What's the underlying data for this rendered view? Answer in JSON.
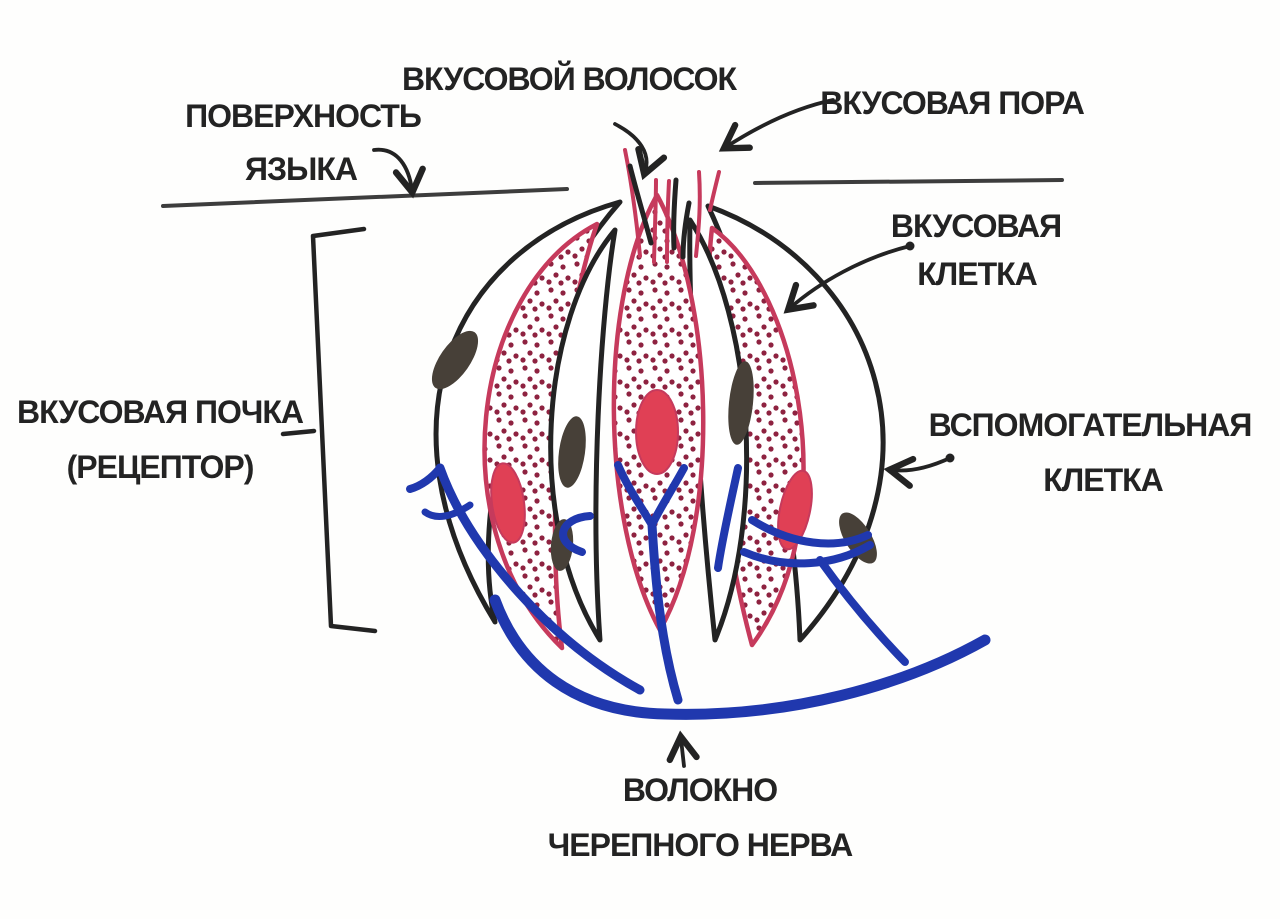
{
  "diagram": {
    "labels": {
      "taste_hair": "ВКУСОВОЙ ВОЛОСОК",
      "tongue_surface_1": "ПОВЕРХНОСТЬ",
      "tongue_surface_2": "ЯЗЫКА",
      "taste_pore": "ВКУСОВАЯ ПОРА",
      "taste_cell_1": "ВКУСОВАЯ",
      "taste_cell_2": "КЛЕТКА",
      "taste_bud_1": "ВКУСОВАЯ ПОЧКА",
      "taste_bud_2": "(РЕЦЕПТОР)",
      "supporting_cell_1": "ВСПОМОГАТЕЛЬНАЯ",
      "supporting_cell_2": "КЛЕТКА",
      "nerve_fiber_1": "ВОЛОКНО",
      "nerve_fiber_2": "ЧЕРЕПНОГО НЕРВА"
    },
    "colors": {
      "paper": "#fefefd",
      "ink": "#232323",
      "ink-soft": "#3d3d3d",
      "crimson": "#c63a5c",
      "red": "#e04055",
      "stipple": "#8e2240",
      "blue": "#2038ae",
      "dark": "#474038"
    }
  }
}
